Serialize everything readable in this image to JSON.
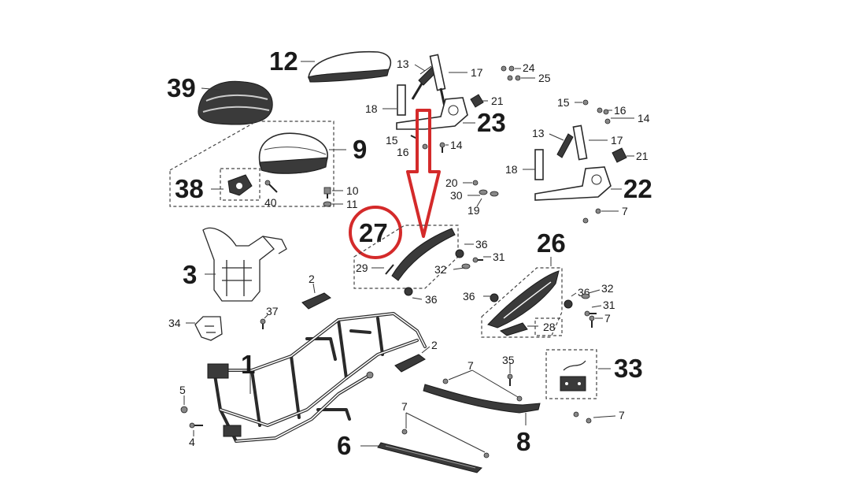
{
  "labels": {
    "l1": "1",
    "l2a": "2",
    "l2b": "2",
    "l3": "3",
    "l4": "4",
    "l5": "5",
    "l6": "6",
    "l7a": "7",
    "l7b": "7",
    "l7c": "7",
    "l7d": "7",
    "l8": "8",
    "l9": "9",
    "l10": "10",
    "l11": "11",
    "l12": "12",
    "l13a": "13",
    "l13b": "13",
    "l14a": "14",
    "l14b": "14",
    "l15a": "15",
    "l15b": "15",
    "l16a": "16",
    "l16b": "16",
    "l17a": "17",
    "l17b": "17",
    "l18a": "18",
    "l18b": "18",
    "l19": "19",
    "l20": "20",
    "l21a": "21",
    "l21b": "21",
    "l22": "22",
    "l23": "23",
    "l24": "24",
    "l25": "25",
    "l26": "26",
    "l27": "27",
    "l28": "28",
    "l29": "29",
    "l30": "30",
    "l31a": "31",
    "l31b": "31",
    "l32a": "32",
    "l32b": "32",
    "l33": "33",
    "l34": "34",
    "l35": "35",
    "l36a": "36",
    "l36b": "36",
    "l36c": "36",
    "l36d": "36",
    "l37": "37",
    "l38": "38",
    "l39": "39",
    "l40": "40"
  },
  "highlight": {
    "part_number": "27",
    "color": "#d42a2a"
  }
}
